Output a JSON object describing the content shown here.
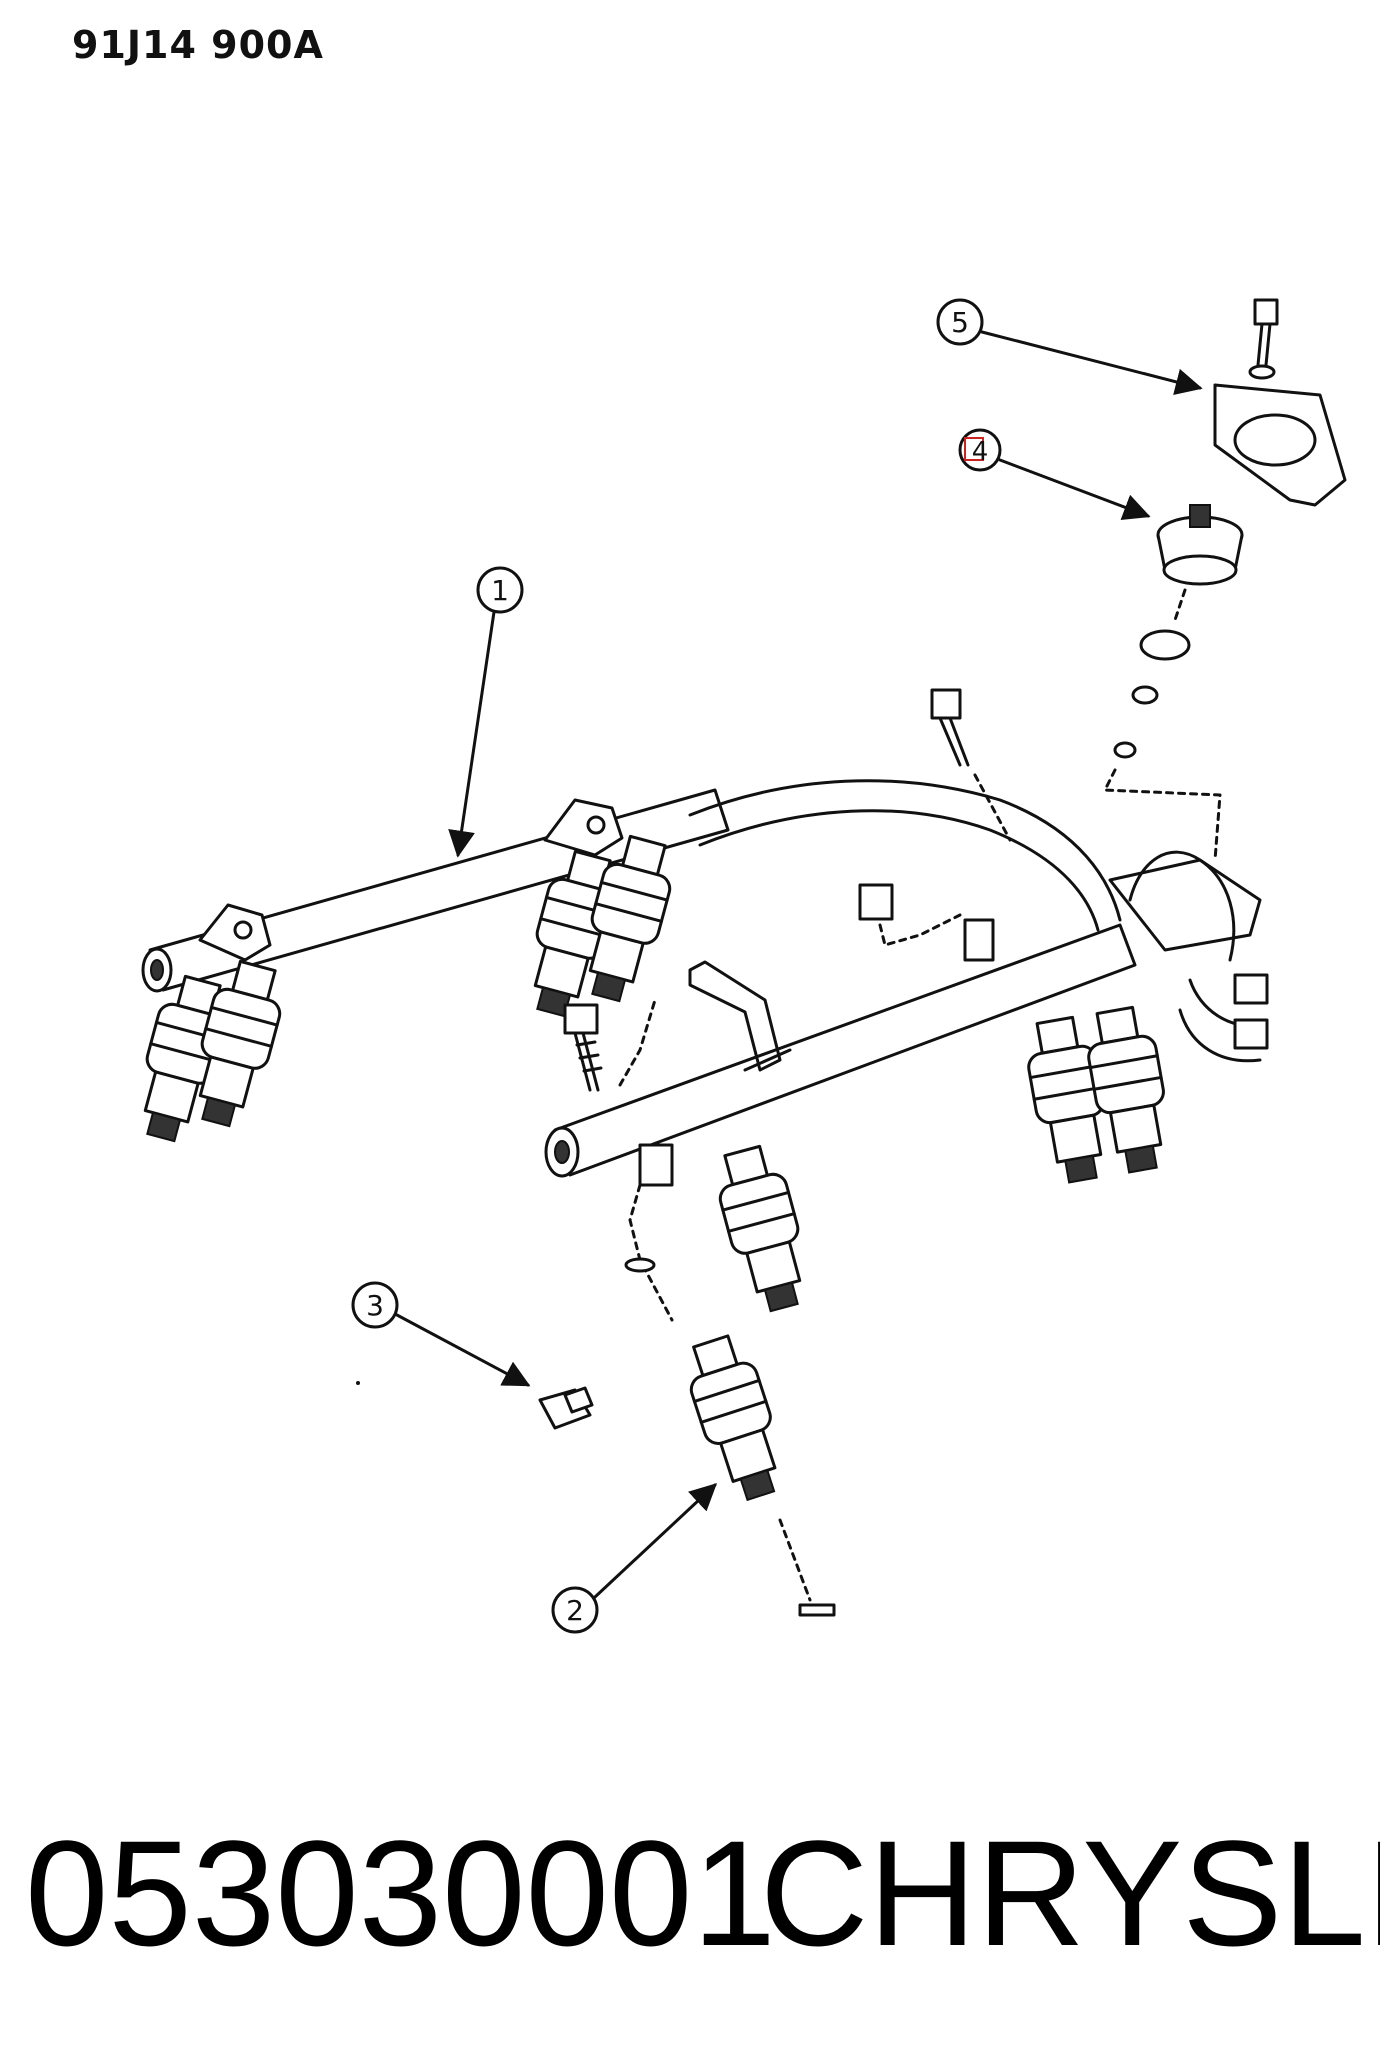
{
  "header": {
    "code": "91J14  900A"
  },
  "footer": {
    "part_number": "053030001",
    "brand": "CHRYSLER"
  },
  "callouts": [
    {
      "id": "1",
      "label": "1"
    },
    {
      "id": "2",
      "label": "2"
    },
    {
      "id": "3",
      "label": "3"
    },
    {
      "id": "4",
      "label": "4"
    },
    {
      "id": "5",
      "label": "5"
    }
  ],
  "colors": {
    "line": "#111111",
    "highlight": "#cc2222"
  }
}
